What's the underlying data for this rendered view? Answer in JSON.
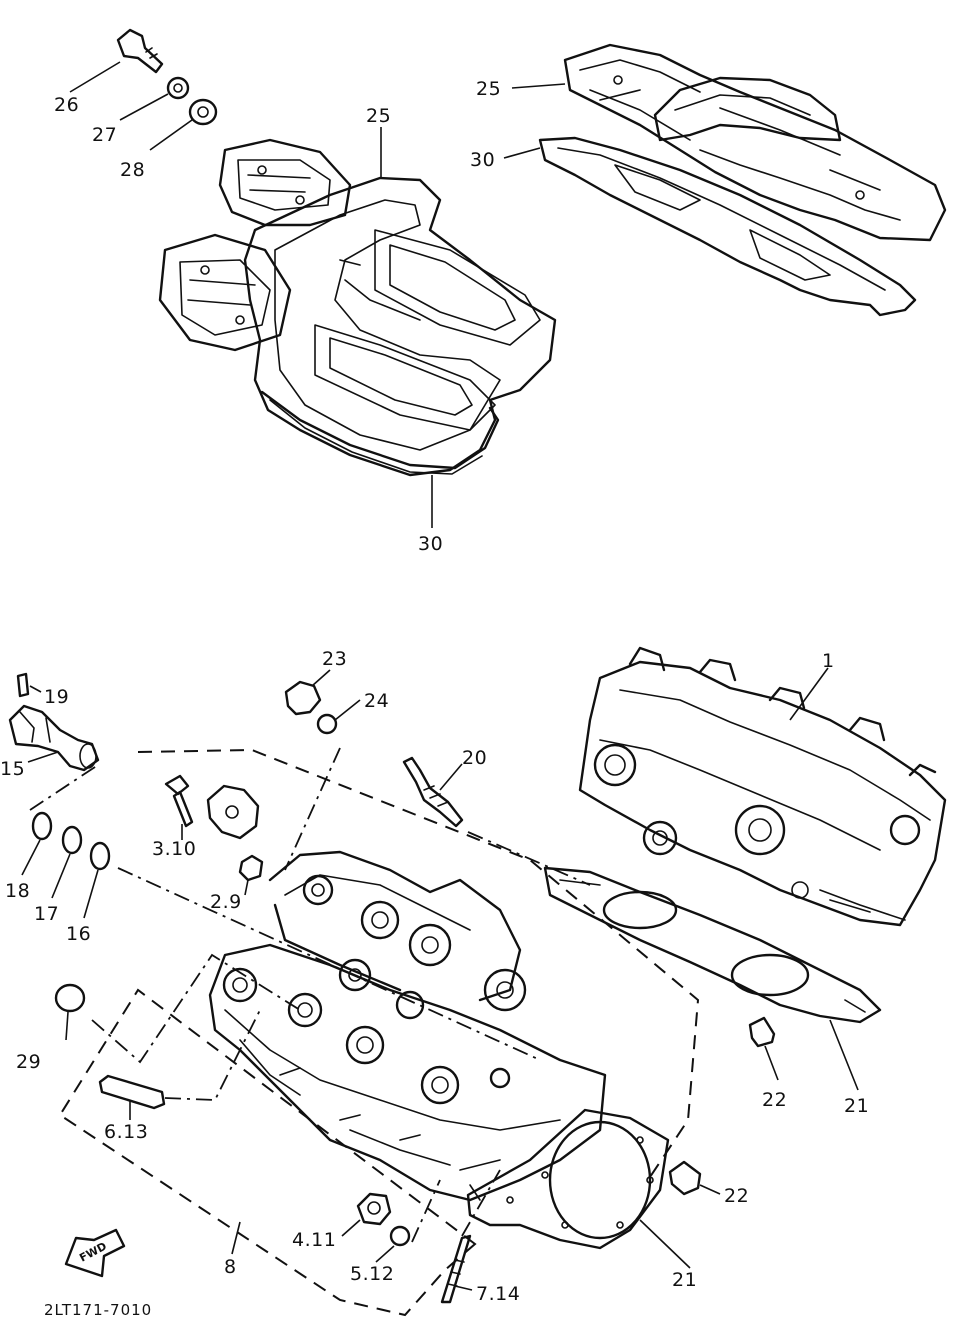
{
  "diagram": {
    "drawing_code": "2LT171-7010",
    "forward_marker": "FWD",
    "callouts": {
      "c1": "1",
      "c2_9": "2.9",
      "c3_10": "3.10",
      "c4_11": "4.11",
      "c5_12": "5.12",
      "c6_13": "6.13",
      "c7_14": "7.14",
      "c8": "8",
      "c15": "15",
      "c16": "16",
      "c17": "17",
      "c18": "18",
      "c19": "19",
      "c20": "20",
      "c21_right": "21",
      "c21_bottom": "21",
      "c22_right": "22",
      "c22_bottom": "22",
      "c23": "23",
      "c24": "24",
      "c25_left": "25",
      "c25_right": "25",
      "c26": "26",
      "c27": "27",
      "c28": "28",
      "c29": "29",
      "c30_left": "30",
      "c30_right": "30"
    }
  }
}
